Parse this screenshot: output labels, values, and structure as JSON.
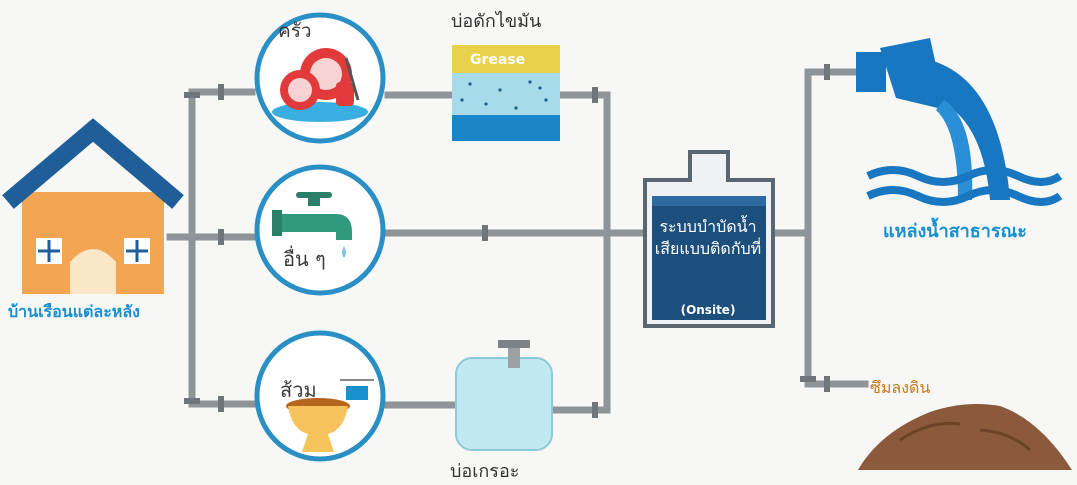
{
  "labels": {
    "house": "บ้านเรือนแต่ละหลัง",
    "kitchen": "ครัว",
    "other": "อื่น ๆ",
    "toilet": "ส้วม",
    "grease_trap": "บ่อดักไขมัน",
    "grease": "Grease",
    "septic_tank": "บ่อเกรอะ",
    "treatment": "ระบบบำบัดน้ำเสียแบบติดกับที่",
    "treatment_en": "(Onsite)",
    "public_water": "แหล่งน้ำสาธารณะ",
    "soil": "ซึมลงดิน"
  },
  "icons": {
    "house": "house-icon",
    "kitchen": "dishes-icon",
    "other": "faucet-icon",
    "toilet": "toilet-icon",
    "outlet": "outfall-pipe-icon",
    "soil": "soil-pile-icon"
  },
  "colors": {
    "blue": "#1a8fd0",
    "navy": "#1d4f7d",
    "pipe": "#8e9498",
    "house_wall": "#f2a654",
    "roof": "#1f5e99",
    "grease_layer": "#e9d24a",
    "water": "#1877c0",
    "soil": "#8b5a3c"
  }
}
